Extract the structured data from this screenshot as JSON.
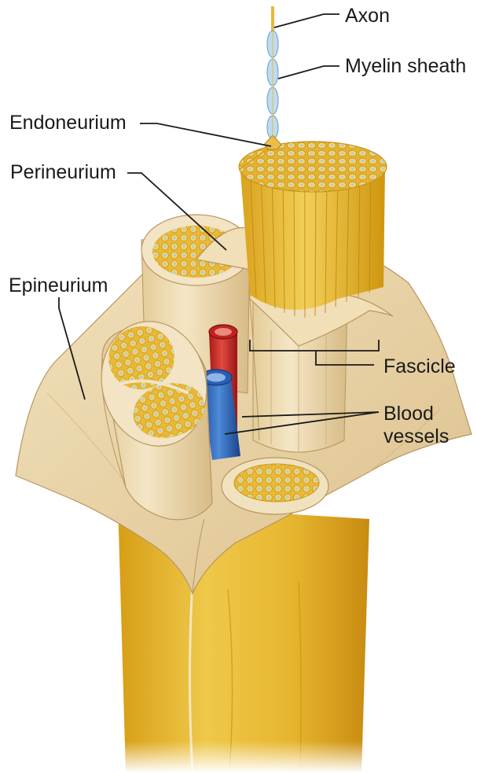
{
  "labels": {
    "axon": "Axon",
    "myelin_sheath": "Myelin sheath",
    "endoneurium": "Endoneurium",
    "perineurium": "Perineurium",
    "epineurium": "Epineurium",
    "fascicle": "Fascicle",
    "blood_vessels": "Blood\nvessels"
  },
  "colors": {
    "epineurium": "#e9d3a6",
    "fascicle_tissue": "#eedcb3",
    "nerve_trunk": "#e0b233",
    "fiber_yellow": "#ebc23a",
    "axon_core": "#a9cde4",
    "artery": "#cc2a2a",
    "vein": "#2f6cc4"
  }
}
